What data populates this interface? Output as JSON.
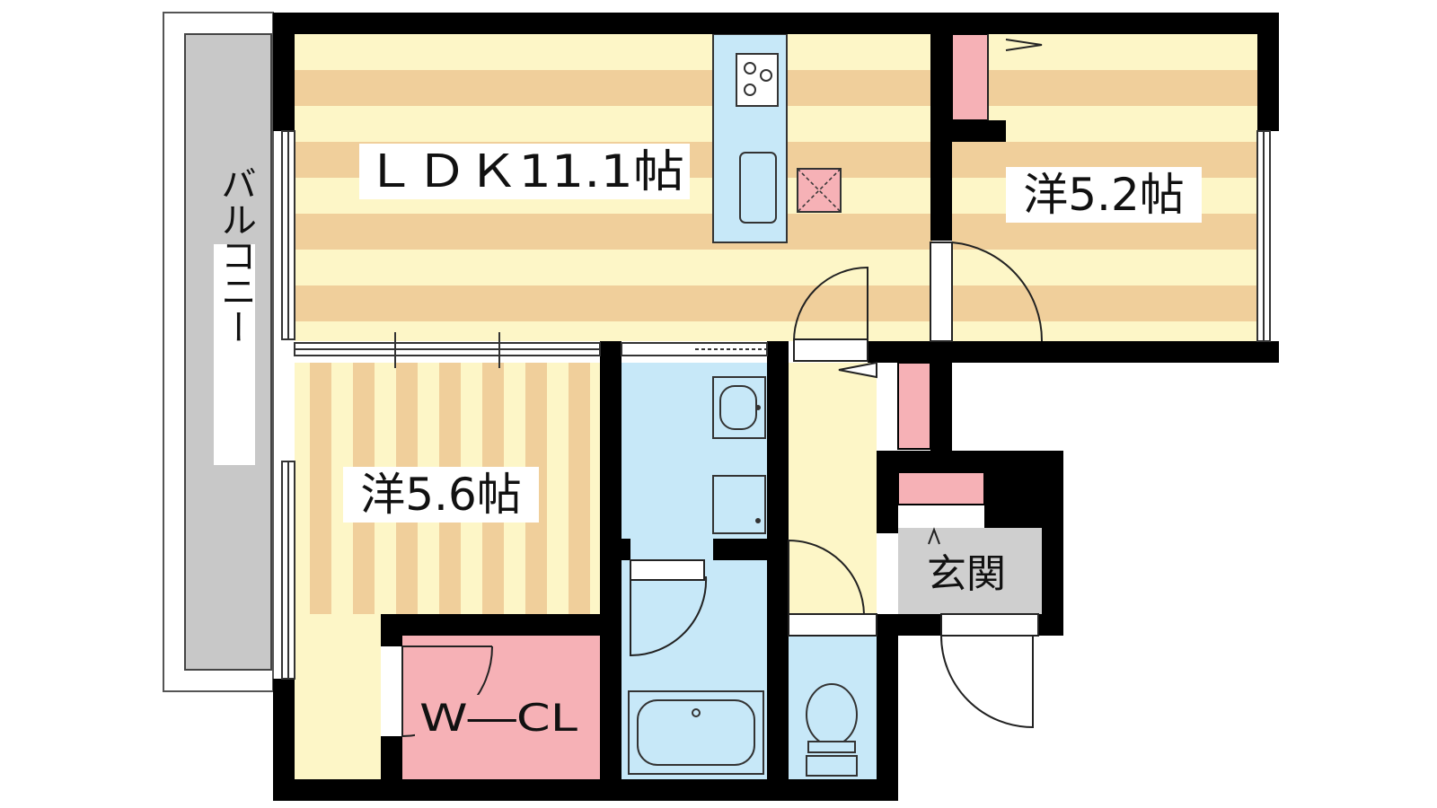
{
  "rooms": {
    "ldk": "ＬＤＫ11.1帖",
    "western_a": "洋5.2帖",
    "western_b": "洋5.6帖",
    "walk_in_closet": "W―CL",
    "entrance": "玄関"
  },
  "balcony": "バルコニー",
  "colors": {
    "stripe_light": "#fdf6c7",
    "stripe_dark": "#f0cf9b",
    "wet_area": "#c7e8f8",
    "storage": "#f6b1b6",
    "entrance_floor": "#cfcfcf",
    "balcony": "#c8c8c8",
    "wall": "#000000"
  },
  "icons": [
    "stove-icon",
    "sink-icon",
    "refrigerator-icon",
    "washbasin-icon",
    "washing-machine-icon",
    "bathtub-icon",
    "toilet-icon"
  ]
}
